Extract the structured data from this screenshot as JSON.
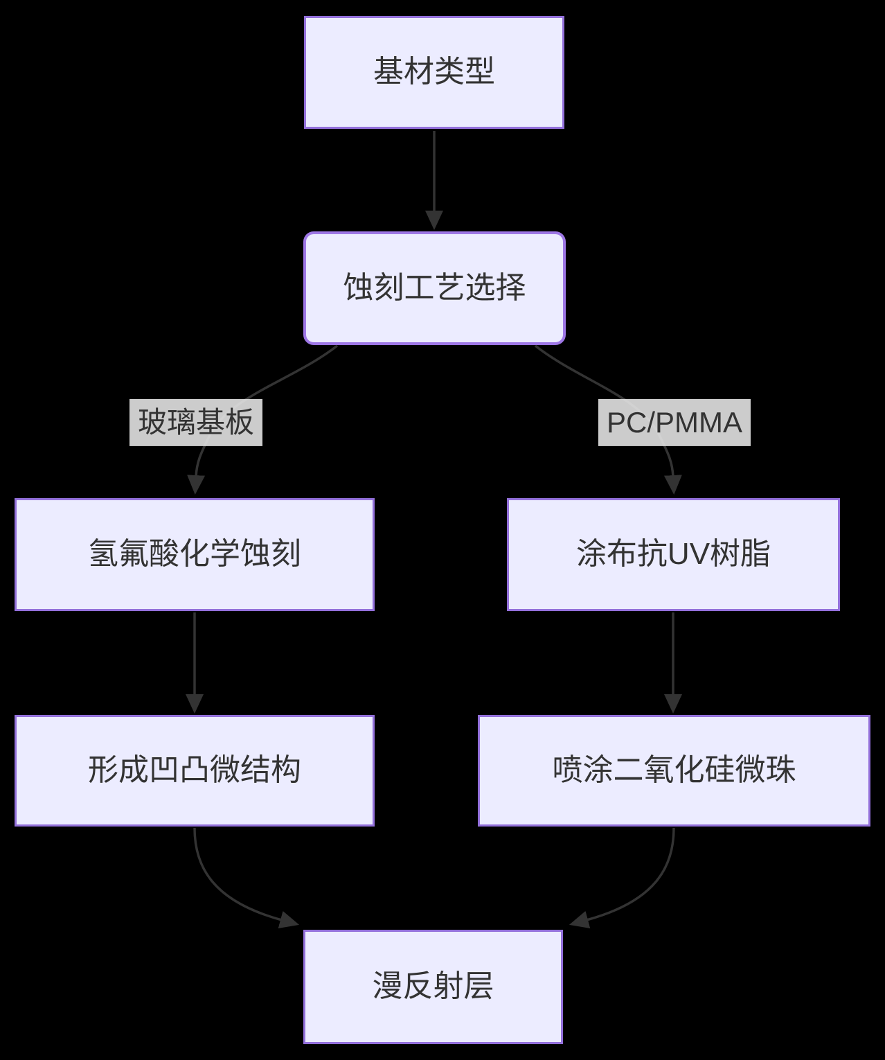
{
  "diagram": {
    "type": "flowchart",
    "direction": "top-to-bottom",
    "nodes": [
      {
        "id": "A",
        "label": "基材类型",
        "shape": "rectangle"
      },
      {
        "id": "B",
        "label": "蚀刻工艺选择",
        "shape": "rounded"
      },
      {
        "id": "C",
        "label": "氢氟酸化学蚀刻",
        "shape": "rectangle"
      },
      {
        "id": "D",
        "label": "涂布抗UV树脂",
        "shape": "rectangle"
      },
      {
        "id": "E",
        "label": "形成凹凸微结构",
        "shape": "rectangle"
      },
      {
        "id": "F",
        "label": "喷涂二氧化硅微珠",
        "shape": "rectangle"
      },
      {
        "id": "G",
        "label": "漫反射层",
        "shape": "rectangle"
      }
    ],
    "edges": [
      {
        "from": "A",
        "to": "B",
        "label": ""
      },
      {
        "from": "B",
        "to": "C",
        "label": "玻璃基板"
      },
      {
        "from": "B",
        "to": "D",
        "label": "PC/PMMA"
      },
      {
        "from": "C",
        "to": "E",
        "label": ""
      },
      {
        "from": "D",
        "to": "F",
        "label": ""
      },
      {
        "from": "E",
        "to": "G",
        "label": ""
      },
      {
        "from": "F",
        "to": "G",
        "label": ""
      }
    ],
    "colors": {
      "background": "#000000",
      "node_fill": "#ECECFF",
      "node_border": "#9370DB",
      "rounded_node_border": "#9E77E6",
      "edge_line": "#333333",
      "edge_label_bg": "#E8E8E8",
      "text": "#333333"
    }
  }
}
